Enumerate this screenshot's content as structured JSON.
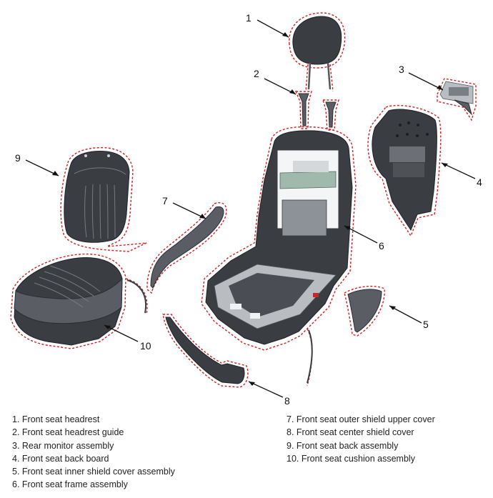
{
  "callouts": [
    "1",
    "2",
    "3",
    "4",
    "5",
    "6",
    "7",
    "8",
    "9",
    "10"
  ],
  "legend": {
    "left": [
      "1. Front seat headrest",
      "2. Front seat headrest guide",
      "3. Rear monitor assembly",
      "4. Front seat back board",
      "5. Front seat inner shield cover assembly",
      "6. Front seat frame assembly"
    ],
    "right": [
      "7. Front seat outer shield upper cover",
      "8. Front seat center shield cover",
      "9. Front seat back assembly",
      "10. Front seat cushion assembly"
    ]
  },
  "colors": {
    "outline": "#d21f1f",
    "part": "#3a3d42",
    "leader": "#111111"
  }
}
